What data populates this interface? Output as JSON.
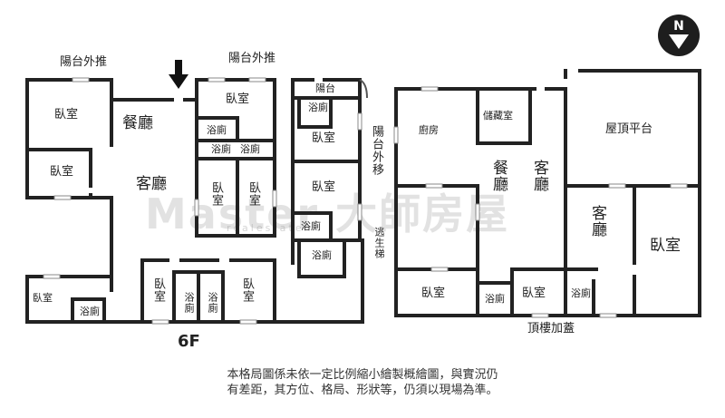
{
  "watermark": {
    "brand_en": "Master",
    "brand_zh": "大師房屋",
    "sub": "realestate"
  },
  "floor_6f": {
    "label": "6F",
    "balcony_push_left": "陽台外推",
    "balcony_push_mid": "陽台外推",
    "balcony": "陽台",
    "balcony_moved": "陽台外移",
    "escape_stair": "逃生梯",
    "dining": "餐廳",
    "living": "客廳",
    "bedroom": "臥室",
    "bathroom": "浴廁"
  },
  "rooftop": {
    "label": "頂樓加蓋",
    "kitchen": "廚房",
    "storage": "儲藏室",
    "dining": "餐廳",
    "living": "客廳",
    "terrace": "屋頂平台",
    "bedroom": "臥室",
    "bathroom": "浴廁"
  },
  "compass": {
    "letter": "N"
  },
  "disclaimer": {
    "line1": "本格局圖係未依一定比例縮小繪製概繪圖，與實況仍",
    "line2": "有差距，其方位、格局、形狀等，仍須以現場為準。"
  }
}
